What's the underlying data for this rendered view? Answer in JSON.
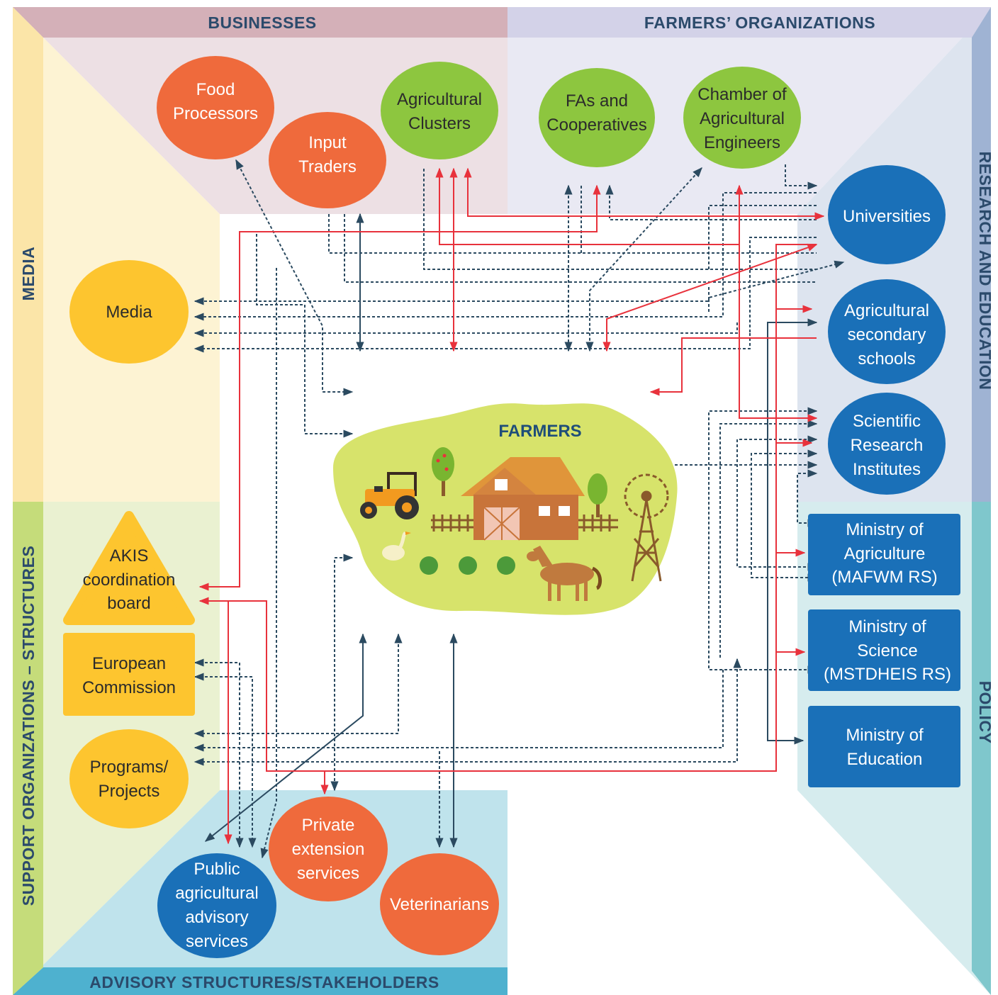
{
  "bands": {
    "top_left": "BUSINESSES",
    "top_right": "FARMERS’ ORGANIZATIONS",
    "right_top": "RESEARCH AND EDUCATION",
    "right_bottom": "POLICY",
    "left_top": "MEDIA",
    "left_bottom": "SUPPORT ORGANIZATIONS – STRUCTURES",
    "bottom": "ADVISORY STRUCTURES/STAKEHOLDERS"
  },
  "center": {
    "title": "FARMERS"
  },
  "nodes": {
    "food_processors": [
      "Food",
      "Processors"
    ],
    "input_traders": [
      "Input",
      "Traders"
    ],
    "agricultural_clusters": [
      "Agricultural",
      "Clusters"
    ],
    "fas_cooperatives": [
      "FAs and",
      "Cooperatives"
    ],
    "chamber": [
      "Chamber of",
      "Agricultural",
      "Engineers"
    ],
    "universities": [
      "Universities"
    ],
    "secondary_schools": [
      "Agricultural",
      "secondary",
      "schools"
    ],
    "research_institutes": [
      "Scientific",
      "Research",
      "Institutes"
    ],
    "ministry_agriculture": [
      "Ministry of",
      "Agriculture",
      "(MAFWM RS)"
    ],
    "ministry_science": [
      "Ministry of",
      "Science",
      "(MSTDHEIS RS)"
    ],
    "ministry_education": [
      "Ministry of",
      "Education"
    ],
    "media": [
      "Media"
    ],
    "akis_board": [
      "AKIS",
      "coordination",
      "board"
    ],
    "european_commission": [
      "European",
      "Commission"
    ],
    "programs_projects": [
      "Programs/",
      "Projects"
    ],
    "public_advisory": [
      "Public",
      "agricultural",
      "advisory",
      "services"
    ],
    "private_extension": [
      "Private",
      "extension",
      "services"
    ],
    "veterinarians": [
      "Veterinarians"
    ]
  },
  "colors": {
    "business_band": "#d4b0b8",
    "business_panel": "#ede0e4",
    "farmer_org_band": "#d3d2e8",
    "farmer_org_panel": "#e9e9f3",
    "research_band": "#9fb3d3",
    "research_panel": "#dde4ef",
    "policy_band": "#7fc7cc",
    "policy_panel": "#d6ecee",
    "media_band": "#fbe5a8",
    "media_panel": "#fdf3d3",
    "support_band": "#c5dc7a",
    "support_panel": "#eaf1d1",
    "advisory_band": "#4eb1cf",
    "advisory_panel": "#bfe3ec",
    "orange": "#ef6a3c",
    "green": "#8dc63f",
    "blue": "#1a70b8",
    "yellow": "#fdc52f",
    "farm_blob": "#d7e36b",
    "red_arrow": "#e8323c",
    "dark_arrow": "#2b4a60"
  }
}
